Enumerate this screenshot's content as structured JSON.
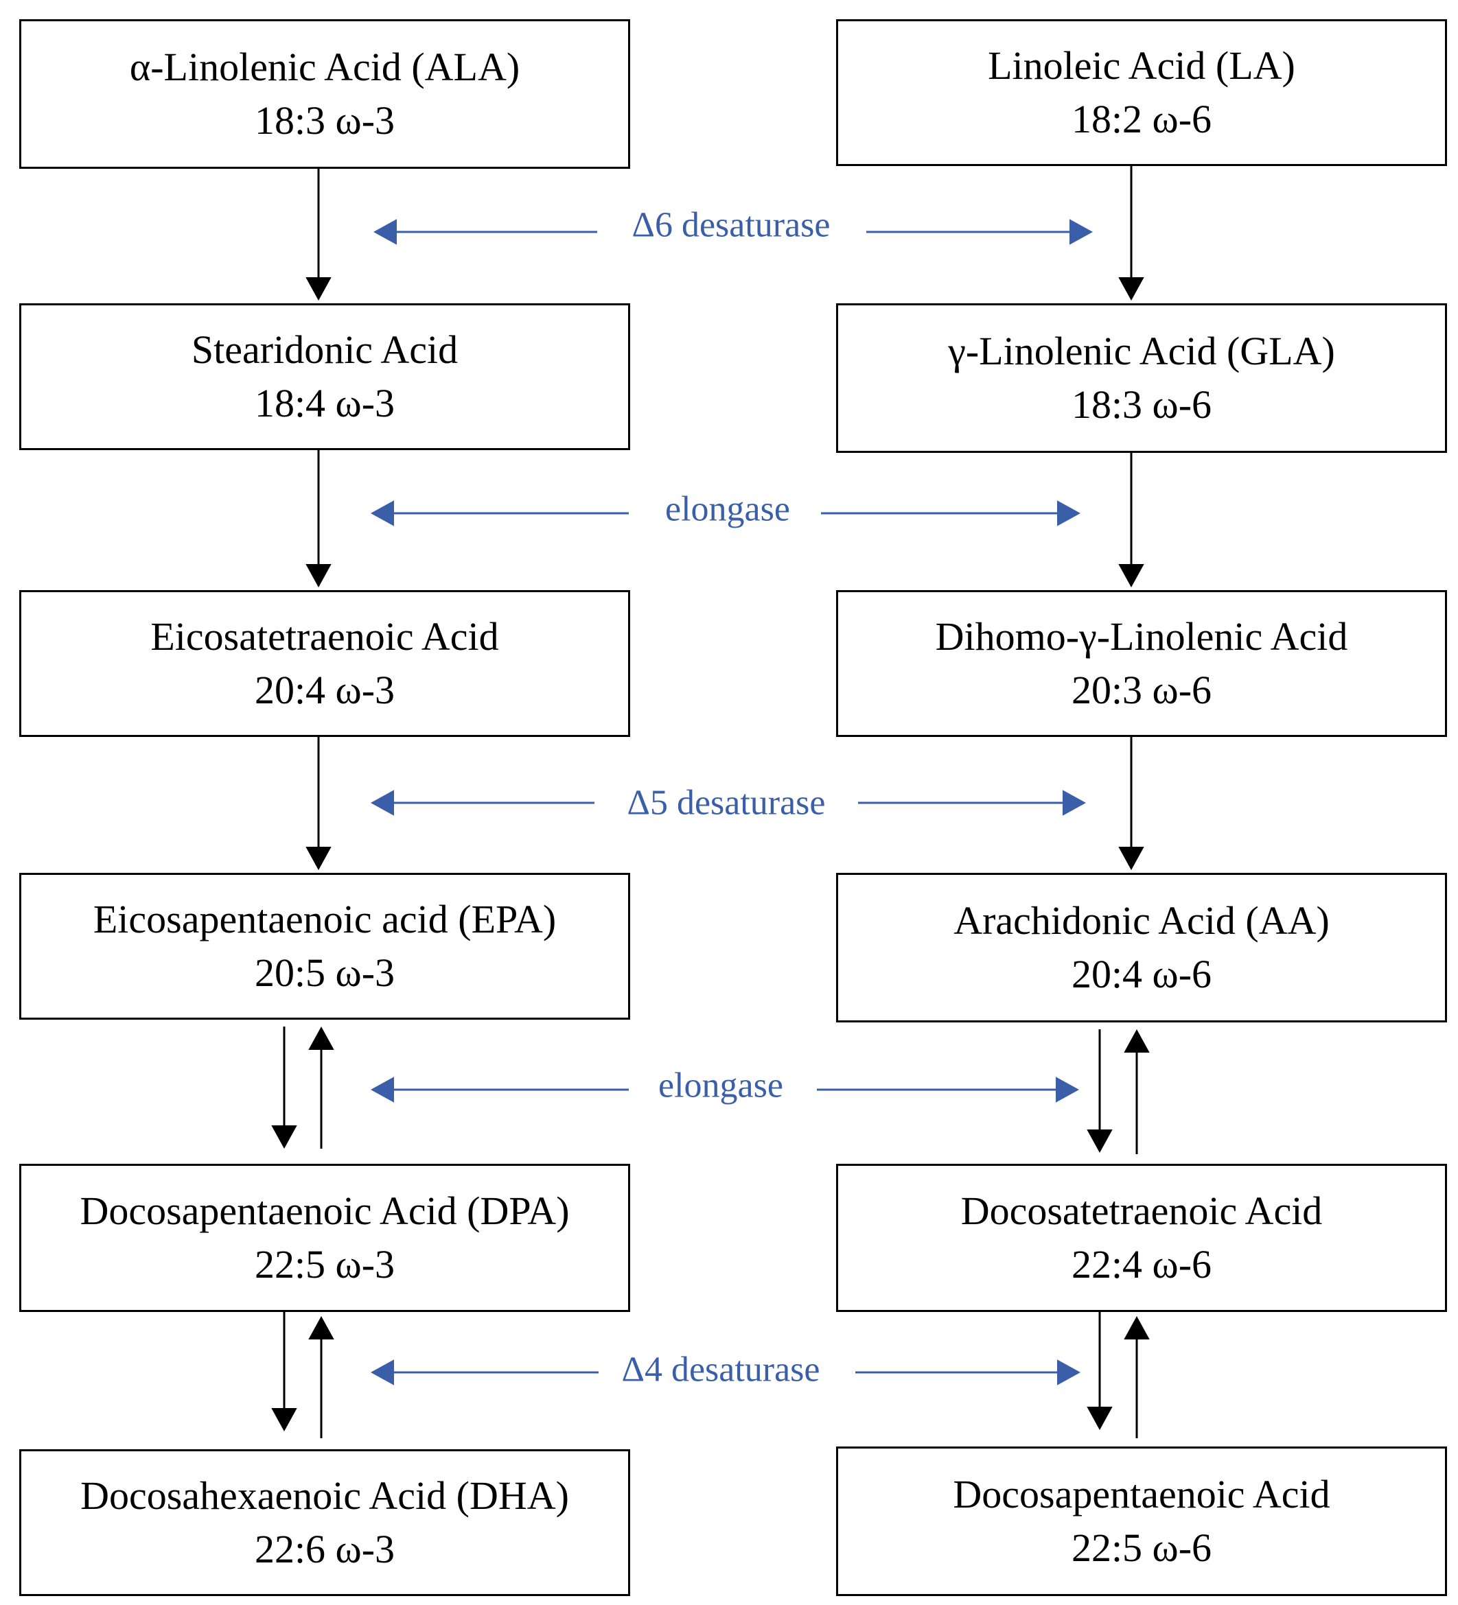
{
  "colors": {
    "box_border": "#000000",
    "arrow": "#000000",
    "enzyme_text": "#3a5ea8"
  },
  "omega3": [
    {
      "name": "α-Linolenic  Acid (ALA)",
      "formula": "18:3  ω-3"
    },
    {
      "name": "Stearidonic  Acid",
      "formula": "18:4  ω-3"
    },
    {
      "name": "Eicosatetraenoic Acid",
      "formula": "20:4  ω-3"
    },
    {
      "name": "Eicosapentaenoic acid (EPA)",
      "formula": "20:5  ω-3"
    },
    {
      "name": "Docosapentaenoic Acid (DPA)",
      "formula": "22:5  ω-3"
    },
    {
      "name": "Docosahexaenoic Acid (DHA)",
      "formula": "22:6  ω-3"
    }
  ],
  "omega6": [
    {
      "name": "Linoleic  Acid (LA)",
      "formula": "18:2  ω-6"
    },
    {
      "name": "γ-Linolenic  Acid (GLA)",
      "formula": "18:3  ω-6"
    },
    {
      "name": "Dihomo-γ-Linolenic  Acid",
      "formula": "20:3  ω-6"
    },
    {
      "name": "Arachidonic Acid (AA)",
      "formula": "20:4  ω-6"
    },
    {
      "name": "Docosatetraenoic Acid",
      "formula": "22:4  ω-6"
    },
    {
      "name": "Docosapentaenoic Acid",
      "formula": "22:5  ω-6"
    }
  ],
  "enzymes": [
    {
      "label": "Δ6 desaturase"
    },
    {
      "label": "elongase"
    },
    {
      "label": "Δ5 desaturase"
    },
    {
      "label": "elongase"
    },
    {
      "label": "Δ4 desaturase"
    }
  ]
}
